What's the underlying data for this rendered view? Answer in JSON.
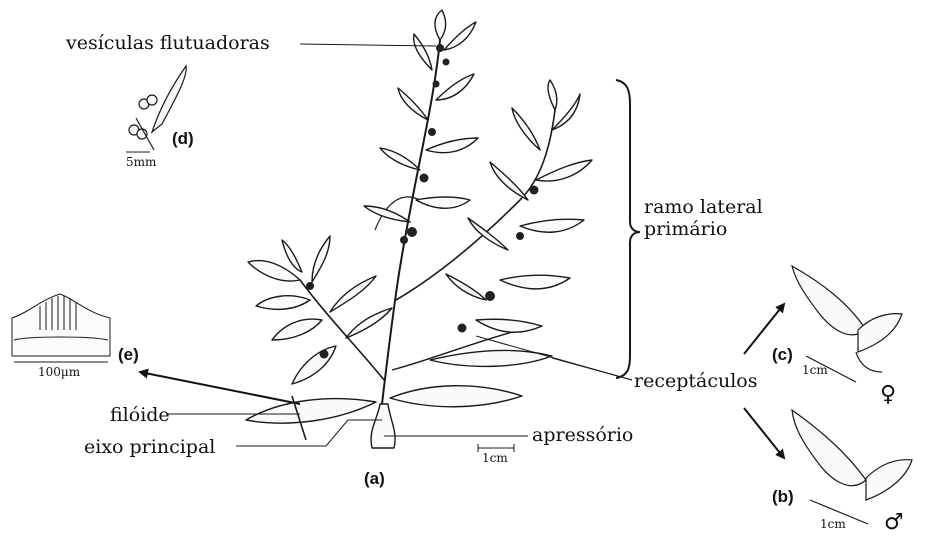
{
  "labels": {
    "vesiculas": "vesículas flutuadoras",
    "ramo_line1": "ramo lateral",
    "ramo_line2": "primário",
    "receptaculos": "receptáculos",
    "filoide": "filóide",
    "eixo": "eixo principal",
    "apressorio": "apressório"
  },
  "panels": {
    "a": "(a)",
    "b": "(b)",
    "c": "(c)",
    "d": "(d)",
    "e": "(e)"
  },
  "scales": {
    "main": "1cm",
    "b": "1cm",
    "c": "1cm",
    "d": "5mm",
    "e": "100µm"
  },
  "symbols": {
    "female": "♀",
    "male": "♂"
  },
  "colors": {
    "ink": "#111111",
    "paper": "#ffffff"
  }
}
